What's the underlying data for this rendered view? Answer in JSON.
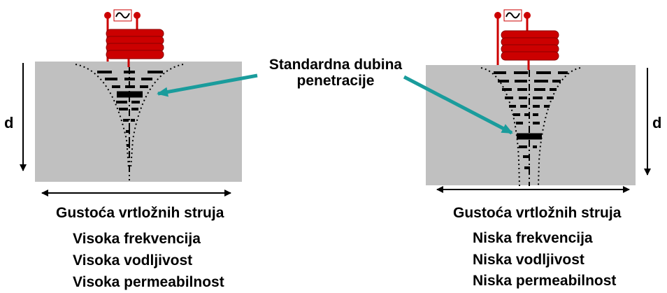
{
  "annotation": {
    "line1": "Standardna dubina",
    "line2": "penetracije"
  },
  "depth_label": "d",
  "coil_symbol": "~",
  "left_panel": {
    "width_caption": "Gustoća vrtložnih struja",
    "conditions": [
      "Visoka frekvencija",
      "Visoka vodljivost",
      "Visoka permeabilnost"
    ]
  },
  "right_panel": {
    "width_caption": "Gustoća vrtložnih struja",
    "conditions": [
      "Niska frekvencija",
      "Niska vodljivost",
      "Niska permeabilnost"
    ]
  },
  "colors": {
    "material": "#c0c0c0",
    "coil": "#cc0000",
    "arrow_teal": "#1a9c9c",
    "current": "#000000"
  }
}
